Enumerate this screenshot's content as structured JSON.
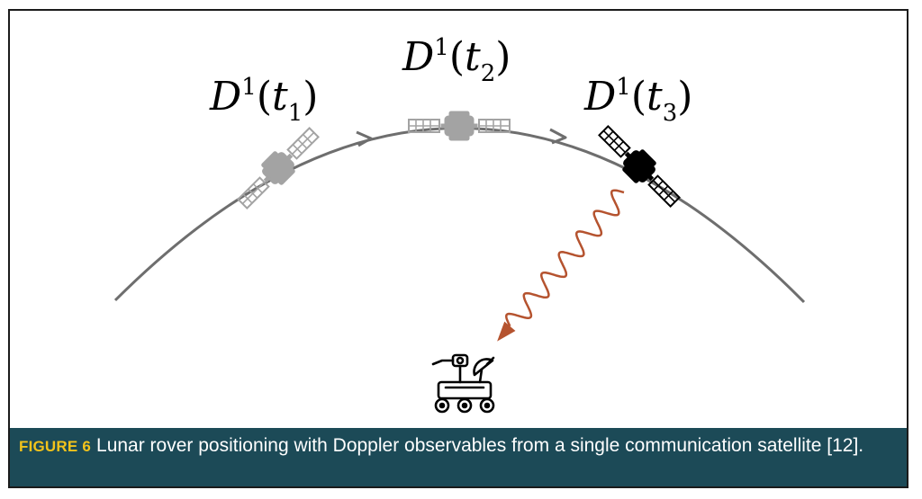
{
  "labels": {
    "t1": {
      "sym": "D",
      "sup": "1",
      "sub": "1"
    },
    "t2": {
      "sym": "D",
      "sup": "1",
      "sub": "2"
    },
    "t3": {
      "sym": "D",
      "sup": "1",
      "sub": "3"
    }
  },
  "icons": {
    "satellite_t1": "satellite-icon",
    "satellite_t2": "satellite-icon",
    "satellite_t3": "satellite-icon",
    "rover": "lunar-rover-icon"
  },
  "colors": {
    "orbit": "#6e6e6e",
    "satellite_past": "#a3a3a3",
    "satellite_current": "#000000",
    "signal": "#b5532f",
    "caption_bg": "#1c4a57",
    "caption_tag": "#f2c31b"
  },
  "caption": {
    "tag": "FIGURE 6",
    "text": "Lunar rover positioning with Doppler observables from a single communication satellite [12]."
  }
}
